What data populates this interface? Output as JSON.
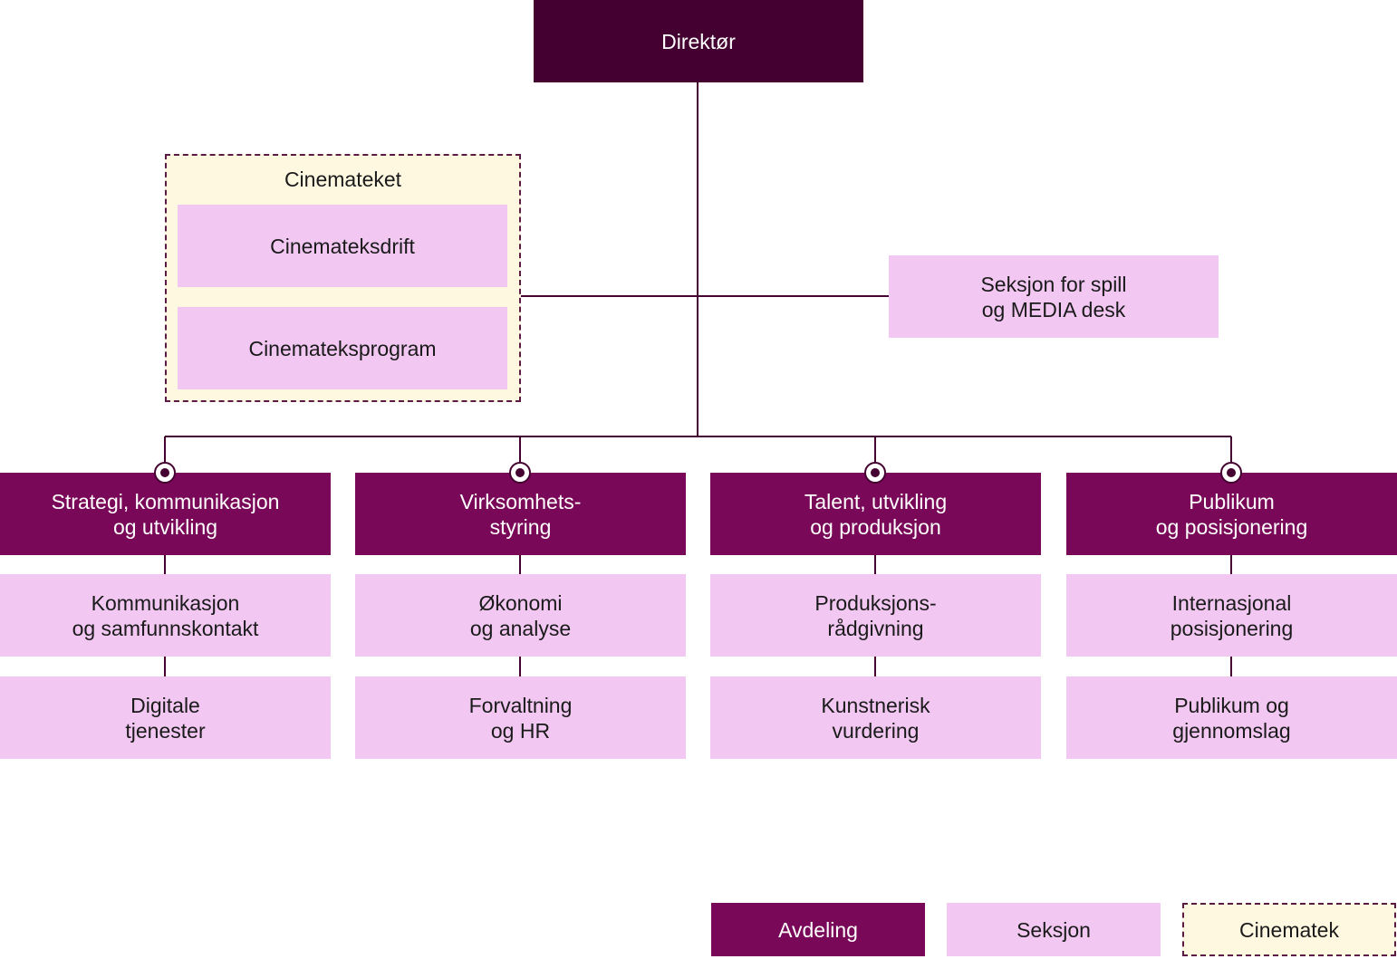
{
  "colors": {
    "director": "#440030",
    "department": "#790858",
    "section": "#f2c8f2",
    "cinematek": "#fff8e1",
    "line": "#440030"
  },
  "director": {
    "label": "Direktør"
  },
  "cinemateket": {
    "title": "Cinemateket",
    "sections": [
      "Cinemateksdrift",
      "Cinemateksprogram"
    ]
  },
  "side_section": {
    "label": "Seksjon for spill\n og MEDIA desk"
  },
  "departments": [
    {
      "label": "Strategi, kommunikasjon\nog utvikling",
      "sections": [
        "Kommunikasjon\nog samfunnskontakt",
        "Digitale\ntjenester"
      ]
    },
    {
      "label": "Virksomhets-\nstyring",
      "sections": [
        "Økonomi\nog analyse",
        "Forvaltning\nog HR"
      ]
    },
    {
      "label": "Talent, utvikling\nog produksjon",
      "sections": [
        "Produksjons-\nrådgivning",
        "Kunstnerisk\nvurdering"
      ]
    },
    {
      "label": "Publikum\nog posisjonering",
      "sections": [
        "Internasjonal\nposisjonering",
        "Publikum og\ngjennomslag"
      ]
    }
  ],
  "legend": {
    "department": "Avdeling",
    "section": "Seksjon",
    "cinematek": "Cinematek"
  }
}
